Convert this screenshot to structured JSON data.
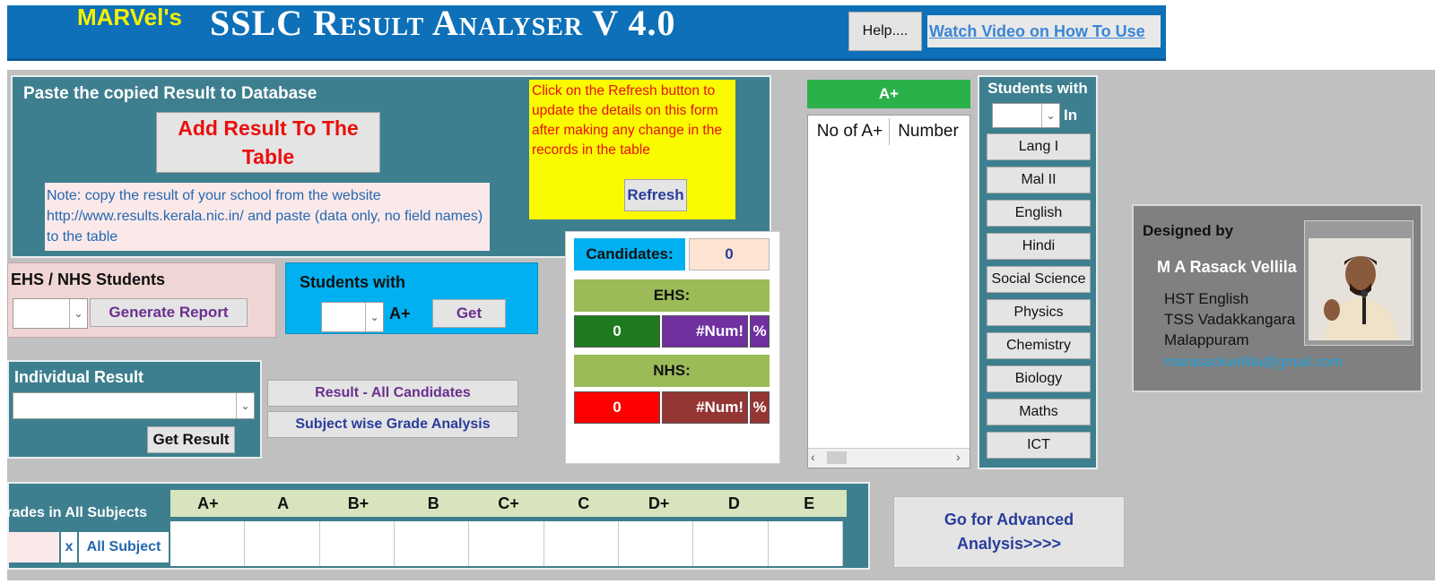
{
  "header": {
    "brand": "MARVel's",
    "title": "SSLC Result Analyser V 4.0",
    "help_label": "Help....",
    "video_link": "Watch Video on How To Use"
  },
  "paste": {
    "title": "Paste the copied Result to Database",
    "add_button": "Add Result To The Table",
    "note": "Note: copy the result of your school from the website http://www.results.kerala.nic.in/ and paste (data only, no field names) to the table"
  },
  "refresh": {
    "message": "Click on the Refresh button to update the details on this form after making any change in the records in the table",
    "button": "Refresh"
  },
  "ehs_nhs": {
    "title": "EHS / NHS Students",
    "generate_button": "Generate Report"
  },
  "students_with_aplus": {
    "title": "Students with",
    "suffix": "A+",
    "get_button": "Get"
  },
  "individual": {
    "title": "Individual Result",
    "get_button": "Get Result"
  },
  "actions": {
    "all_candidates": "Result - All Candidates",
    "subject_wise": "Subject wise Grade Analysis"
  },
  "stats": {
    "candidates_label": "Candidates:",
    "candidates_value": "0",
    "ehs_label": "EHS:",
    "ehs_count": "0",
    "ehs_pct": "#Num!",
    "nhs_label": "NHS:",
    "nhs_count": "0",
    "nhs_pct": "#Num!",
    "pct_sign": "%"
  },
  "aplus_list": {
    "header": "A+",
    "columns": [
      "No of A+",
      "Number"
    ]
  },
  "subjects": {
    "title": "Students with",
    "in_label": "In",
    "items": [
      "Lang I",
      "Mal II",
      "English",
      "Hindi",
      "Social Science",
      "Physics",
      "Chemistry",
      "Biology",
      "Maths",
      "ICT"
    ]
  },
  "designer": {
    "label": "Designed by",
    "name": "M A Rasack Vellila",
    "role_1": "HST English",
    "role_2": "TSS Vadakkangara",
    "role_3": "Malappuram",
    "email": "marasackvellila@gmail.com"
  },
  "grades": {
    "title": "Grades in All Subjects",
    "x_label": "x",
    "all_label": "All Subject",
    "headers": [
      "A+",
      "A",
      "B+",
      "B",
      "C+",
      "C",
      "D+",
      "D",
      "E"
    ]
  },
  "advanced": {
    "button": "Go for Advanced Analysis>>>>"
  },
  "colors": {
    "header_blue": "#0d70b8",
    "teal": "#3e7f8f",
    "green_header": "#9bbb59"
  }
}
